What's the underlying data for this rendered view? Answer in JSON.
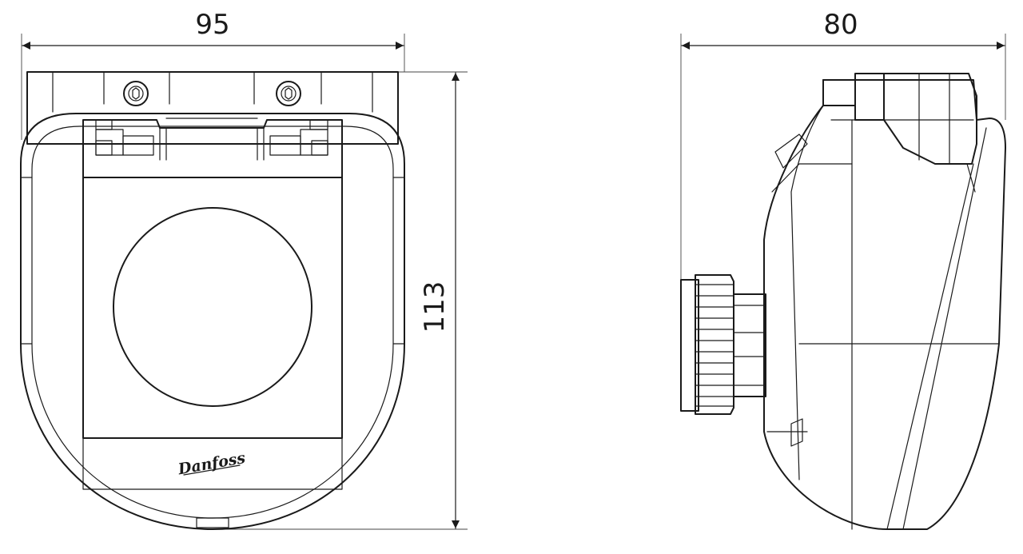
{
  "dimensions": {
    "front_width": "95",
    "front_height": "113",
    "side_depth": "80"
  },
  "logo": {
    "brand_text": "Danfoss"
  }
}
